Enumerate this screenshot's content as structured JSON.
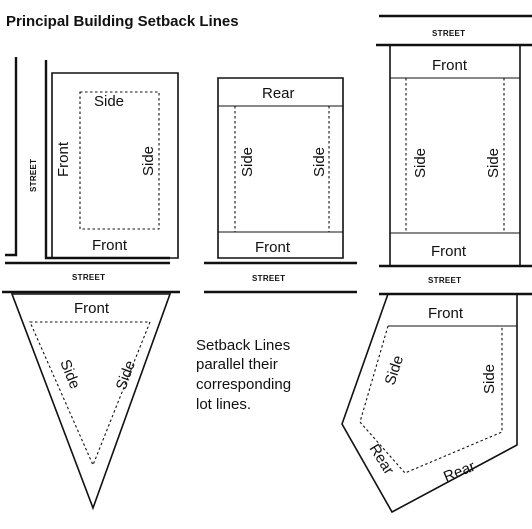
{
  "title": "Principal Building Setback Lines",
  "street_label": "STREET",
  "labels": {
    "front": "Front",
    "side": "Side",
    "rear": "Rear"
  },
  "note": [
    "Setback Lines",
    "parallel their",
    "corresponding",
    "lot lines."
  ]
}
